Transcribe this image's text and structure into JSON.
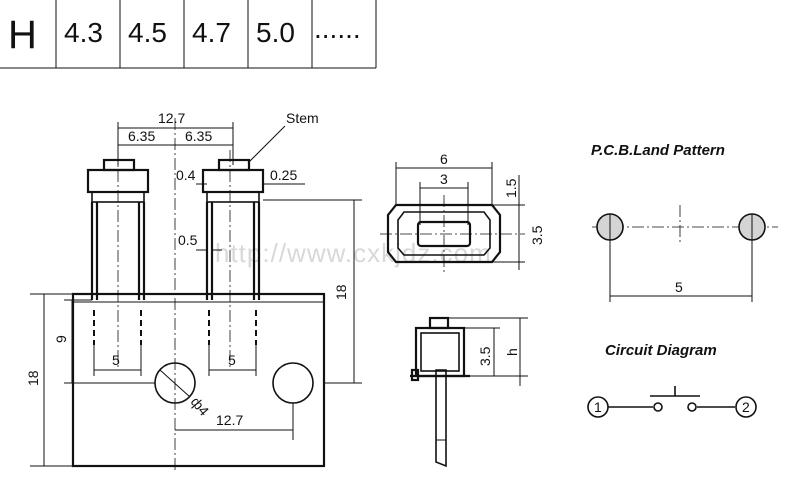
{
  "height_table": {
    "letter": "H",
    "values": [
      "4.3",
      "4.5",
      "4.7",
      "5.0"
    ],
    "ellipsis": "......"
  },
  "side_view": {
    "stem_label": "Stem",
    "pitch_total": "12.7",
    "pitch_half_left": "6.35",
    "pitch_half_right": "6.35",
    "lead_offset": "0.4",
    "lead_thickness": "0.25",
    "lead_width": "0.5",
    "overall_height": "18",
    "hole_spacing_left": "5",
    "hole_spacing_right": "5",
    "hole_diameter": "ф4",
    "hole_pitch": "12.7",
    "board_height": "18",
    "board_offset": "9"
  },
  "top_view": {
    "width_outer": "6",
    "width_inner": "3",
    "stem_offset": "1.5",
    "height": "3.5"
  },
  "front_view": {
    "body_height": "3.5",
    "h_label": "h"
  },
  "pcb_land_pattern": {
    "title": "P.C.B.Land Pattern",
    "spacing": "5"
  },
  "circuit_diagram": {
    "title": "Circuit Diagram",
    "terminal_1": "1",
    "terminal_2": "2"
  },
  "watermark": "http://www.cxkjdz.com"
}
